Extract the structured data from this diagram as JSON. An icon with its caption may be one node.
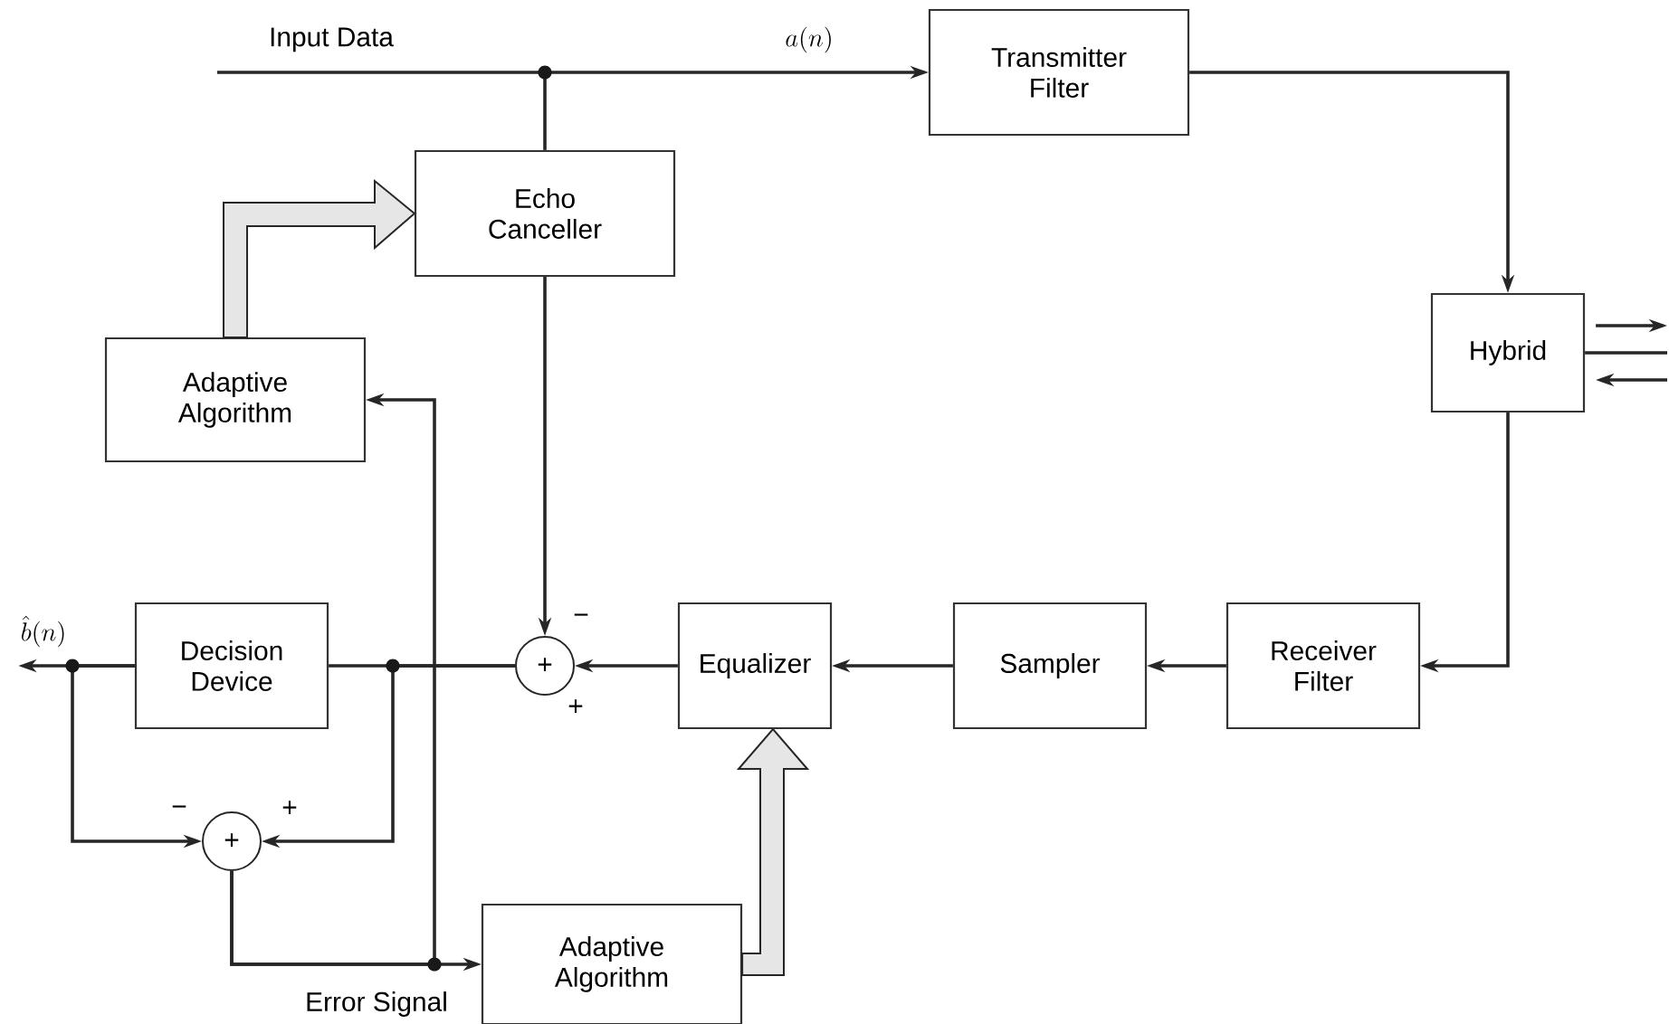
{
  "diagram": {
    "nodes": [
      {
        "text": [
          "Transmitter Filter"
        ]
      },
      {
        "text": [
          "Echo Canceller"
        ]
      },
      {
        "text": [
          "Hybrid"
        ]
      },
      {
        "text": [
          "Adaptive Algorithm"
        ]
      },
      {
        "text": [
          "Decision Device"
        ]
      },
      {
        "text": [
          "+"
        ]
      },
      {
        "text": [
          "Equalizer"
        ]
      },
      {
        "text": [
          "Sampler"
        ]
      },
      {
        "text": [
          "Receiver Filter"
        ]
      },
      {
        "text": [
          "+"
        ]
      },
      {
        "text": [
          "Adaptive Algorithm"
        ]
      },
      {
        "text": [
          "\\hat{b}(n)"
        ]
      }
    ],
    "edges": [
      {
        "from": null,
        "to": 0,
        "arrow": "to"
      },
      {
        "from": null,
        "to": 1,
        "arrow": "none"
      },
      {
        "from": 0,
        "to": 2,
        "arrow": "to"
      },
      {
        "from": 2,
        "to": 8,
        "arrow": "to"
      },
      {
        "from": 8,
        "to": 7,
        "arrow": "to"
      },
      {
        "from": 7,
        "to": 6,
        "arrow": "to"
      },
      {
        "from": 6,
        "to": 5,
        "arrow": "to"
      },
      {
        "from": 1,
        "to": 5,
        "arrow": "to"
      },
      {
        "from": 5,
        "to": 4,
        "arrow": "none"
      },
      {
        "from": 5,
        "to": 9,
        "arrow": "to"
      },
      {
        "from": 4,
        "to": 11,
        "arrow": "to"
      },
      {
        "from": 4,
        "to": 9,
        "arrow": "to"
      },
      {
        "from": 9,
        "to": 10,
        "arrow": "to"
      },
      {
        "from": 9,
        "to": 3,
        "arrow": "to"
      },
      {
        "from": 3,
        "to": 1,
        "arrow": "to",
        "style": "thick",
        "color": "#e6e6e6"
      },
      {
        "from": 10,
        "to": 6,
        "arrow": "to",
        "style": "thick",
        "color": "#e6e6e6"
      },
      {
        "from": 2,
        "to": null,
        "arrow": "to"
      },
      {
        "from": 2,
        "to": null,
        "arrow": "none"
      },
      {
        "from": null,
        "to": 2,
        "arrow": "to"
      }
    ],
    "labels": [
      "Input Data",
      "a(n)",
      "Error Signal",
      "−",
      "+",
      "−",
      "+"
    ]
  }
}
